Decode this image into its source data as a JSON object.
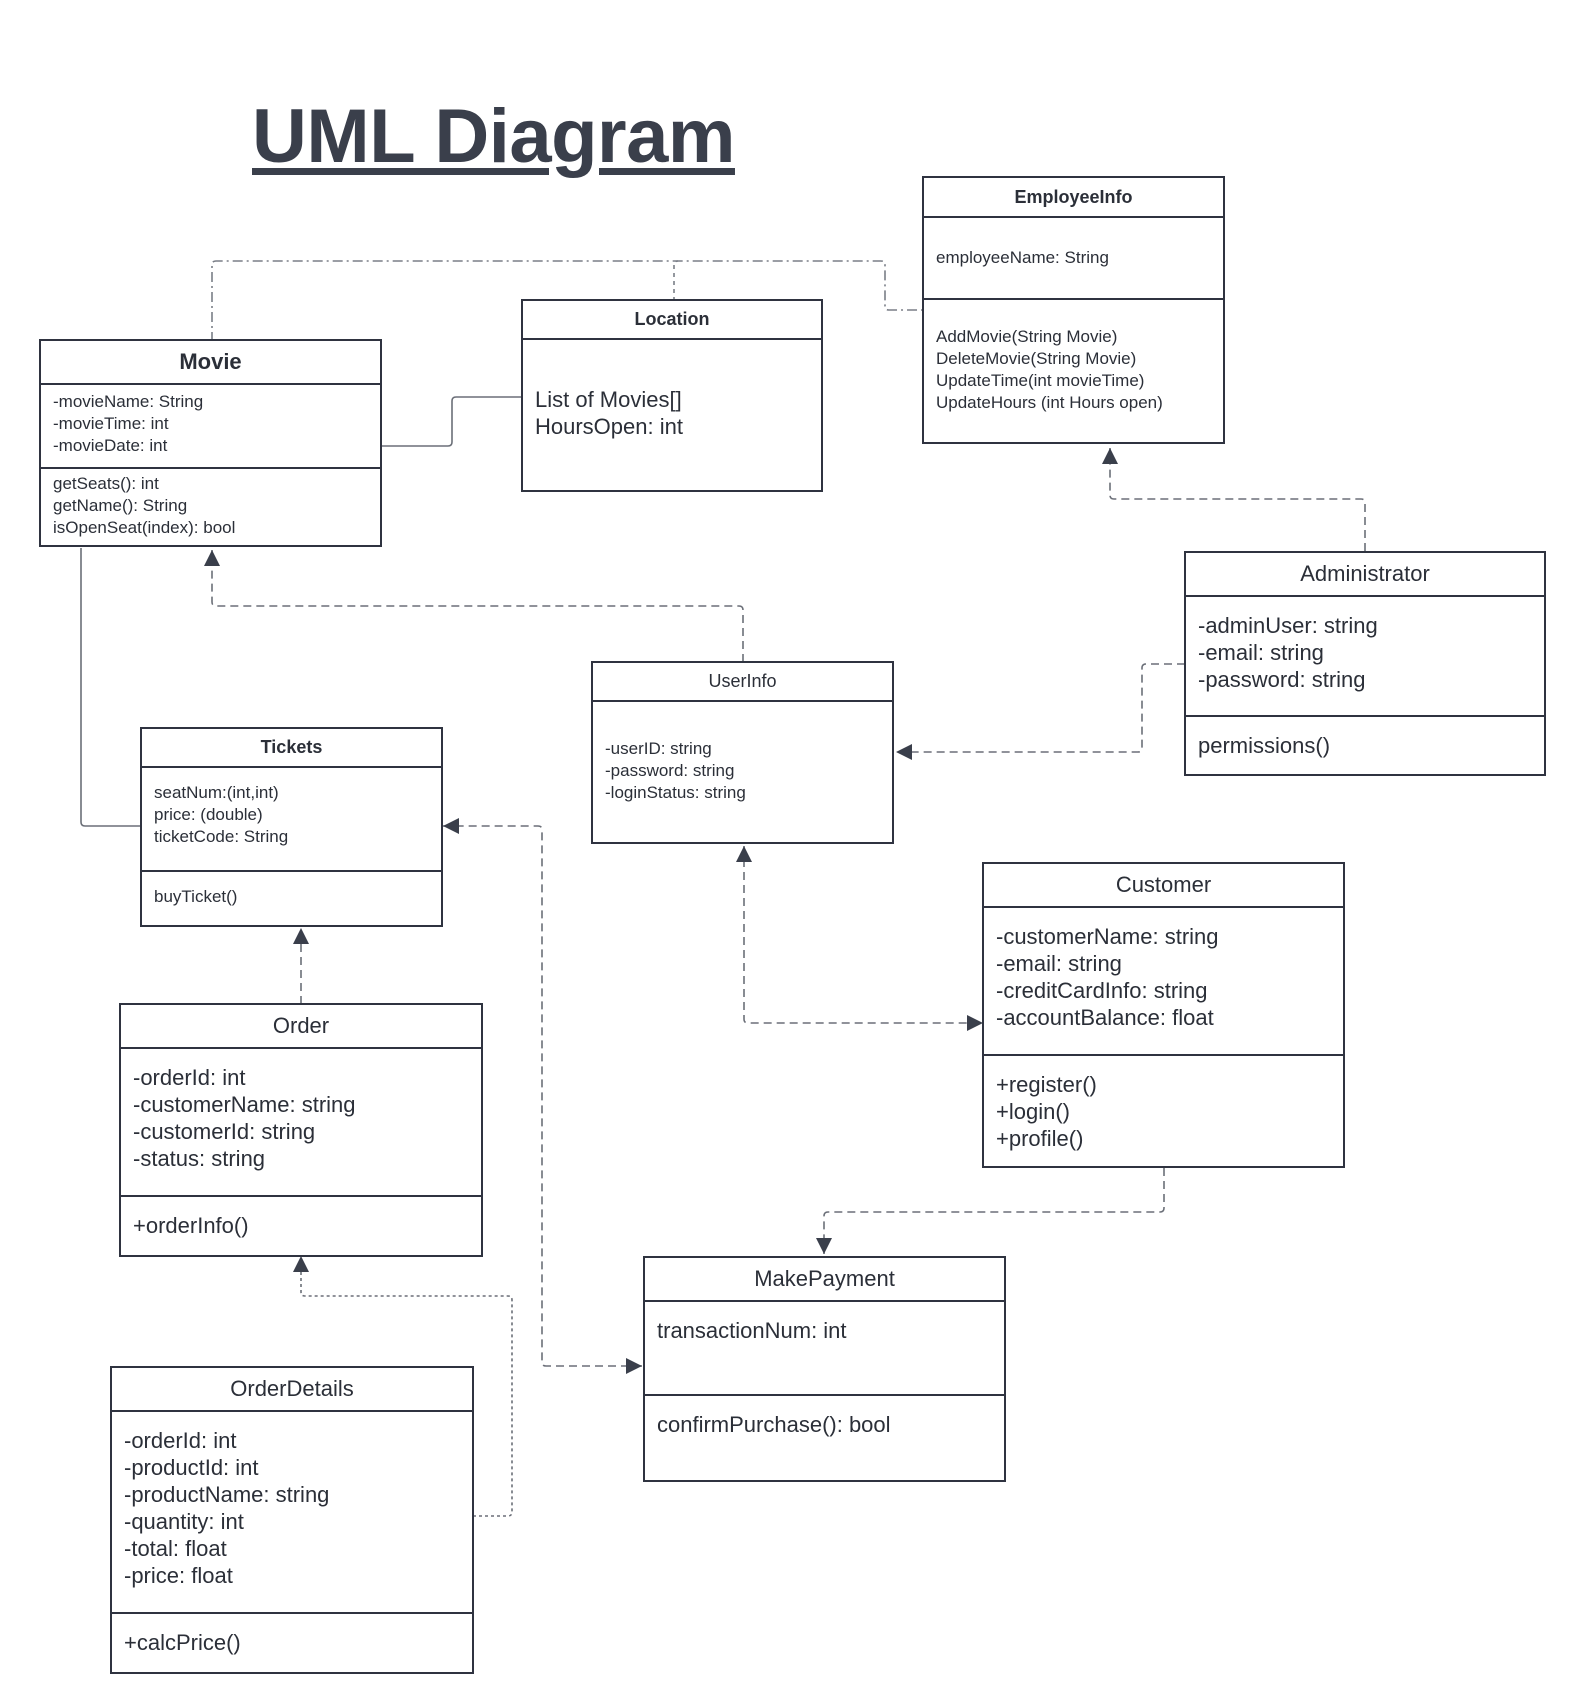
{
  "diagram": {
    "title": "UML Diagram",
    "classes": {
      "employeeinfo": {
        "name": "EmployeeInfo",
        "attributes": [
          "employeeName: String"
        ],
        "methods": [
          "AddMovie(String Movie)",
          "DeleteMovie(String Movie)",
          "UpdateTime(int movieTime)",
          "UpdateHours (int Hours open)"
        ]
      },
      "location": {
        "name": "Location",
        "attributes": [
          "List of Movies[]",
          "HoursOpen: int"
        ]
      },
      "movie": {
        "name": "Movie",
        "attributes": [
          "-movieName: String",
          "-movieTime: int",
          "-movieDate: int"
        ],
        "methods": [
          "getSeats(): int",
          "getName():  String",
          "isOpenSeat(index):  bool"
        ]
      },
      "administrator": {
        "name": "Administrator",
        "attributes": [
          "-adminUser: string",
          "-email: string",
          "-password: string"
        ],
        "methods": [
          "permissions()"
        ]
      },
      "userinfo": {
        "name": "UserInfo",
        "attributes": [
          "-userID: string",
          "-password: string",
          "-loginStatus: string"
        ]
      },
      "tickets": {
        "name": "Tickets",
        "attributes": [
          "seatNum:(int,int)",
          "price: (double)",
          "ticketCode: String"
        ],
        "methods": [
          "buyTicket()"
        ]
      },
      "customer": {
        "name": "Customer",
        "attributes": [
          "-customerName: string",
          "-email: string",
          "-creditCardInfo: string",
          "-accountBalance: float"
        ],
        "methods": [
          "+register()",
          "+login()",
          "+profile()"
        ]
      },
      "order": {
        "name": "Order",
        "attributes": [
          "-orderId: int",
          "-customerName: string",
          "-customerId: string",
          "-status: string"
        ],
        "methods": [
          "+orderInfo()"
        ]
      },
      "makepayment": {
        "name": "MakePayment",
        "attributes": [
          "transactionNum: int"
        ],
        "methods": [
          "confirmPurchase(): bool"
        ]
      },
      "orderdetails": {
        "name": "OrderDetails",
        "attributes": [
          "-orderId: int",
          "-productId: int",
          "-productName: string",
          "-quantity: int",
          "-total: float",
          "-price: float"
        ],
        "methods": [
          "+calcPrice()"
        ]
      }
    },
    "colors": {
      "line": "#2f3340",
      "text": "#2b2f38",
      "title": "#3a3f4b",
      "connector": "#6b6f78"
    }
  }
}
